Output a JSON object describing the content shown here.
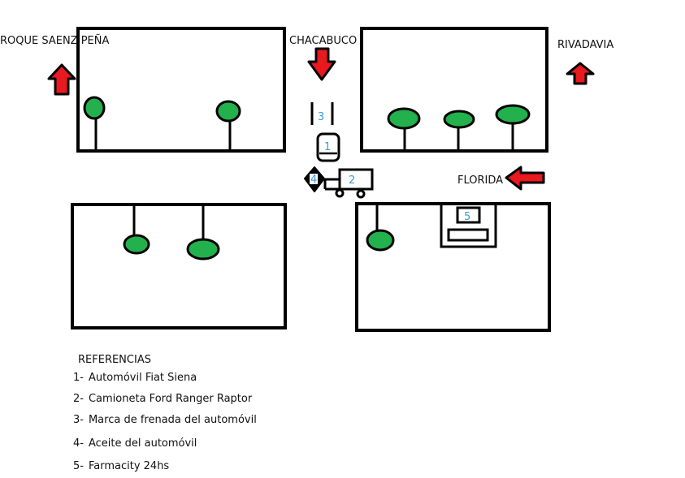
{
  "streets": {
    "roque": "ROQUE SAENZ PEÑA",
    "chacabuco": "CHACABUCO",
    "rivadavia": "RIVADAVIA",
    "florida": "FLORIDA"
  },
  "markers": {
    "braking": "3",
    "car": "1",
    "truck": "2",
    "oil": "4",
    "pharmacy": "5"
  },
  "references": {
    "title": "REFERENCIAS",
    "items": [
      {
        "num": "1-",
        "text": "Automóvil Fiat Siena"
      },
      {
        "num": "2-",
        "text": "Camioneta Ford Ranger Raptor"
      },
      {
        "num": "3-",
        "text": "Marca de frenada del automóvil"
      },
      {
        "num": "4-",
        "text": "Aceite del automóvil"
      },
      {
        "num": "5-",
        "text": "Farmacity 24hs"
      }
    ]
  },
  "colors": {
    "arrow": "#e8191f",
    "tree": "#22b14c",
    "outline": "#000000",
    "marker_text": "#3a9ad9"
  }
}
